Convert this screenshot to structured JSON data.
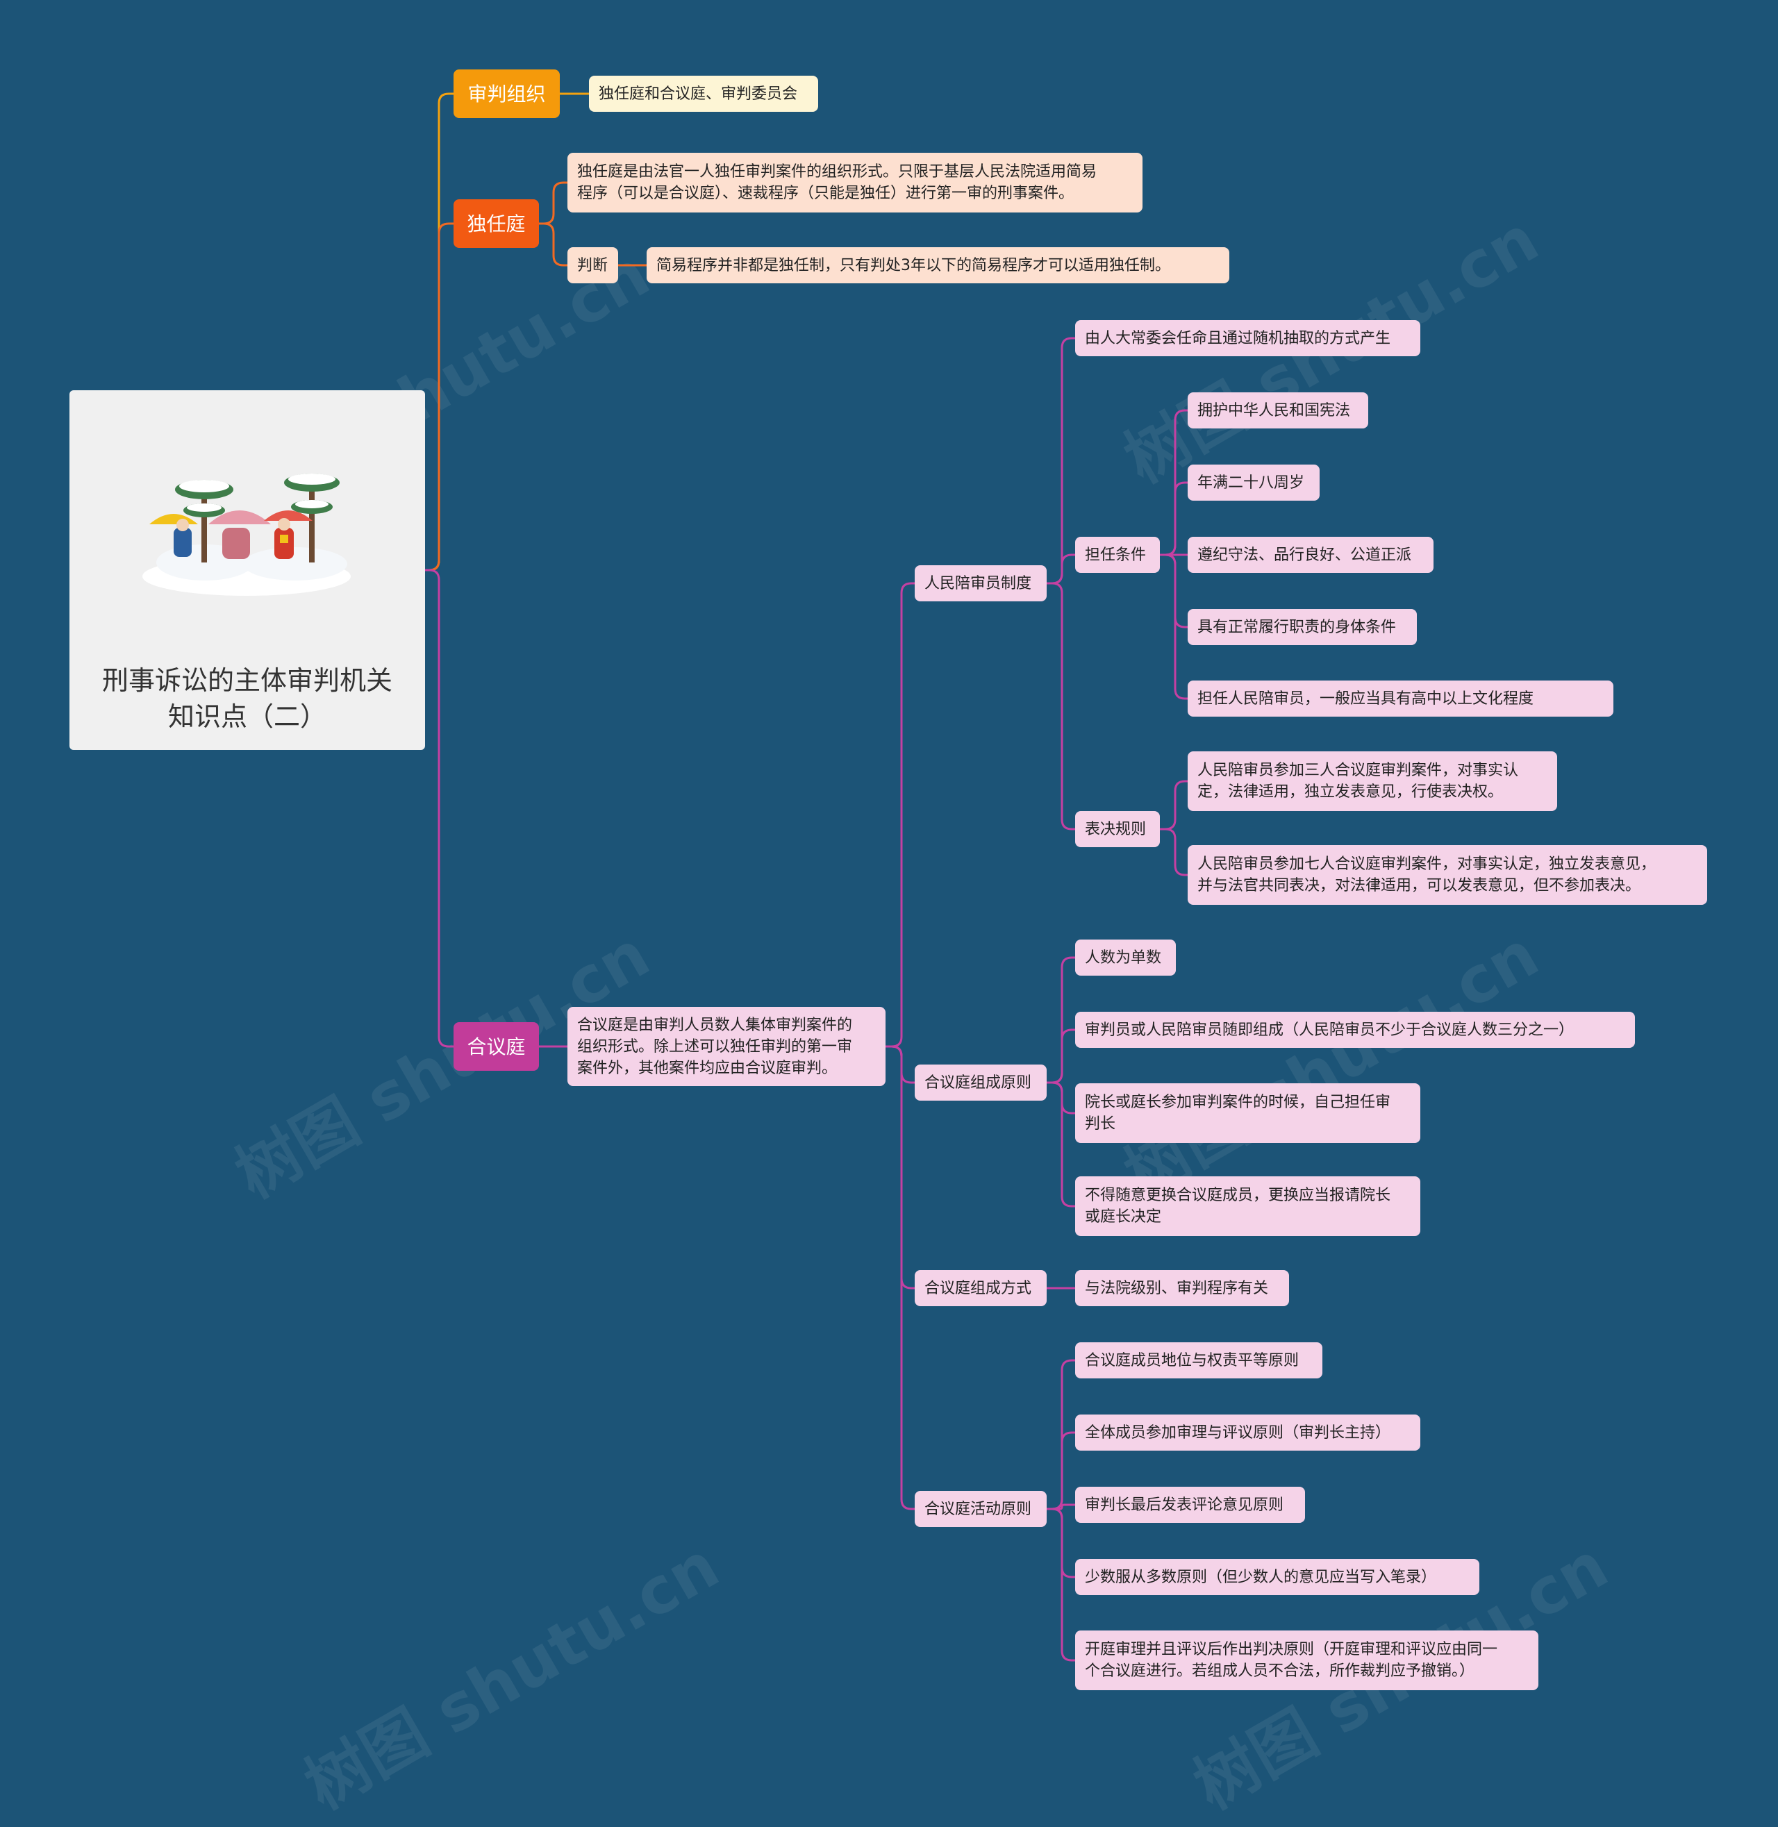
{
  "watermark": "树图 shutu.cn",
  "colors": {
    "background": "#1c5477",
    "branch_shenpan": "#f59a0b",
    "branch_durenting": "#f25a12",
    "branch_heyiting": "#c23c9a",
    "leaf_yellow": "#fdf5d5",
    "leaf_orange": "#fde0d0",
    "leaf_pink": "#f5d3e8",
    "link_yellow": "#f5a20f",
    "link_orange": "#f26a22",
    "link_pink": "#c540a2"
  },
  "mindmap": {
    "root": "刑事诉讼的主体审判机关\n知识点（二）",
    "branches": [
      {
        "id": "shenpan-zuzhi",
        "label": "审判组织",
        "children": [
          {
            "id": "shenpan-desc",
            "label": "独任庭和合议庭、审判委员会"
          }
        ]
      },
      {
        "id": "durenting",
        "label": "独任庭",
        "children": [
          {
            "id": "durenting-desc",
            "label": "独任庭是由法官一人独任审判案件的组织形式。只限于基层人民法院适用简易\n程序（可以是合议庭）、速裁程序（只能是独任）进行第一审的刑事案件。"
          },
          {
            "id": "panduan",
            "label": "判断",
            "children": [
              {
                "id": "panduan-desc",
                "label": "简易程序并非都是独任制，只有判处3年以下的简易程序才可以适用独任制。"
              }
            ]
          }
        ]
      },
      {
        "id": "heyiting",
        "label": "合议庭",
        "children": [
          {
            "id": "heyiting-desc",
            "label": "合议庭是由审判人员数人集体审判案件的\n组织形式。除上述可以独任审判的第一审\n案件外，其他案件均应由合议庭审判。",
            "children": [
              {
                "id": "peishen",
                "label": "人民陪审员制度",
                "children": [
                  {
                    "id": "ps-1",
                    "label": "由人大常委会任命且通过随机抽取的方式产生"
                  },
                  {
                    "id": "danren",
                    "label": "担任条件",
                    "children": [
                      {
                        "id": "dr-1",
                        "label": "拥护中华人民和国宪法"
                      },
                      {
                        "id": "dr-2",
                        "label": "年满二十八周岁"
                      },
                      {
                        "id": "dr-3",
                        "label": "遵纪守法、品行良好、公道正派"
                      },
                      {
                        "id": "dr-4",
                        "label": "具有正常履行职责的身体条件"
                      },
                      {
                        "id": "dr-5",
                        "label": "担任人民陪审员，一般应当具有高中以上文化程度"
                      }
                    ]
                  },
                  {
                    "id": "biaojue",
                    "label": "表决规则",
                    "children": [
                      {
                        "id": "bj-1",
                        "label": "人民陪审员参加三人合议庭审判案件，对事实认\n定，法律适用，独立发表意见，行使表决权。"
                      },
                      {
                        "id": "bj-2",
                        "label": "人民陪审员参加七人合议庭审判案件，对事实认定，独立发表意见，\n并与法官共同表决，对法律适用，可以发表意见，但不参加表决。"
                      }
                    ]
                  }
                ]
              },
              {
                "id": "zucheng-yuanze",
                "label": "合议庭组成原则",
                "children": [
                  {
                    "id": "zc-1",
                    "label": "人数为单数"
                  },
                  {
                    "id": "zc-2",
                    "label": "审判员或人民陪审员随即组成（人民陪审员不少于合议庭人数三分之一）"
                  },
                  {
                    "id": "zc-3",
                    "label": "院长或庭长参加审判案件的时候，自己担任审\n判长"
                  },
                  {
                    "id": "zc-4",
                    "label": "不得随意更换合议庭成员，更换应当报请院长\n或庭长决定"
                  }
                ]
              },
              {
                "id": "zucheng-fangshi",
                "label": "合议庭组成方式",
                "children": [
                  {
                    "id": "fs-1",
                    "label": "与法院级别、审判程序有关"
                  }
                ]
              },
              {
                "id": "huodong-yuanze",
                "label": "合议庭活动原则",
                "children": [
                  {
                    "id": "hd-1",
                    "label": "合议庭成员地位与权责平等原则"
                  },
                  {
                    "id": "hd-2",
                    "label": "全体成员参加审理与评议原则（审判长主持）"
                  },
                  {
                    "id": "hd-3",
                    "label": "审判长最后发表评论意见原则"
                  },
                  {
                    "id": "hd-4",
                    "label": "少数服从多数原则（但少数人的意见应当写入笔录）"
                  },
                  {
                    "id": "hd-5",
                    "label": "开庭审理并且评议后作出判决原则（开庭审理和评议应由同一\n个合议庭进行。若组成人员不合法，所作裁判应予撤销。）"
                  }
                ]
              }
            ]
          }
        ]
      }
    ]
  }
}
